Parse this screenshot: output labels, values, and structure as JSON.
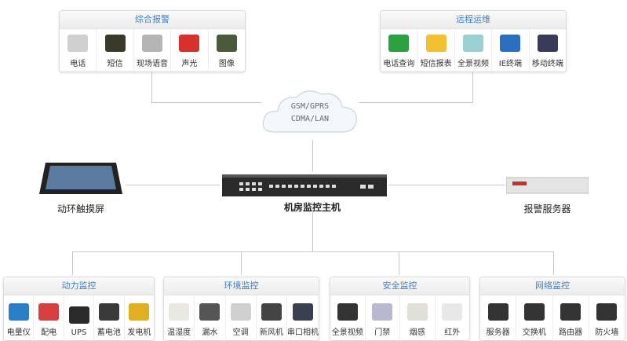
{
  "network": {
    "line1": "GSM/GPRS",
    "line2": "CDMA/LAN"
  },
  "top_groups": [
    {
      "title": "综合报警",
      "items": [
        {
          "label": "电话",
          "icon": "phone-icon",
          "color": "#cfcfcf"
        },
        {
          "label": "短信",
          "icon": "mobile-phone-icon",
          "color": "#3a3a2a"
        },
        {
          "label": "现场语音",
          "icon": "speaker-icon",
          "color": "#b5b5b5"
        },
        {
          "label": "声光",
          "icon": "siren-icon",
          "color": "#d8302a"
        },
        {
          "label": "图像",
          "icon": "monitor-wall-icon",
          "color": "#4a5a3a"
        }
      ]
    },
    {
      "title": "远程运维",
      "items": [
        {
          "label": "电话查询",
          "icon": "phone-call-icon",
          "color": "#2aa040"
        },
        {
          "label": "短信报表",
          "icon": "envelope-icon",
          "color": "#f2c030"
        },
        {
          "label": "全景视频",
          "icon": "dome-camera-icon",
          "color": "#9ad0d0"
        },
        {
          "label": "IE终端",
          "icon": "laptop-icon",
          "color": "#2a6ec0"
        },
        {
          "label": "移动终端",
          "icon": "tablet-icon",
          "color": "#3a3a5a"
        }
      ]
    }
  ],
  "devices": {
    "touchscreen": "动环触摸屏",
    "host": "机房监控主机",
    "alarm_server": "报警服务器"
  },
  "bottom_groups": [
    {
      "title": "动力监控",
      "items": [
        {
          "label": "电量仪",
          "icon": "power-meter-icon",
          "color": "#2a80c8"
        },
        {
          "label": "配电",
          "icon": "breaker-icon",
          "color": "#d84040"
        },
        {
          "label": "UPS",
          "icon": "ups-icon",
          "color": "#2a2a2a"
        },
        {
          "label": "蓄电池",
          "icon": "battery-icon",
          "color": "#3a3a3a"
        },
        {
          "label": "发电机",
          "icon": "generator-icon",
          "color": "#e0b020"
        }
      ]
    },
    {
      "title": "环境监控",
      "items": [
        {
          "label": "温湿度",
          "icon": "thermometer-icon",
          "color": "#e8e8e0"
        },
        {
          "label": "漏水",
          "icon": "water-leak-icon",
          "color": "#555"
        },
        {
          "label": "空调",
          "icon": "air-conditioner-icon",
          "color": "#d0d0d0"
        },
        {
          "label": "新风机",
          "icon": "fan-icon",
          "color": "#444"
        },
        {
          "label": "串口相机",
          "icon": "camera-icon",
          "color": "#3a4050"
        }
      ]
    },
    {
      "title": "安全监控",
      "items": [
        {
          "label": "全景视频",
          "icon": "dome-camera-icon",
          "color": "#333"
        },
        {
          "label": "门禁",
          "icon": "access-control-icon",
          "color": "#b8b8d0"
        },
        {
          "label": "烟感",
          "icon": "smoke-detector-icon",
          "color": "#e0e0d8"
        },
        {
          "label": "红外",
          "icon": "infrared-icon",
          "color": "#e8e8e8"
        }
      ]
    },
    {
      "title": "网络监控",
      "items": [
        {
          "label": "服务器",
          "icon": "server-icon",
          "color": "#333"
        },
        {
          "label": "交换机",
          "icon": "switch-icon",
          "color": "#333"
        },
        {
          "label": "路由器",
          "icon": "router-icon",
          "color": "#333"
        },
        {
          "label": "防火墙",
          "icon": "firewall-icon",
          "color": "#333"
        }
      ]
    }
  ]
}
